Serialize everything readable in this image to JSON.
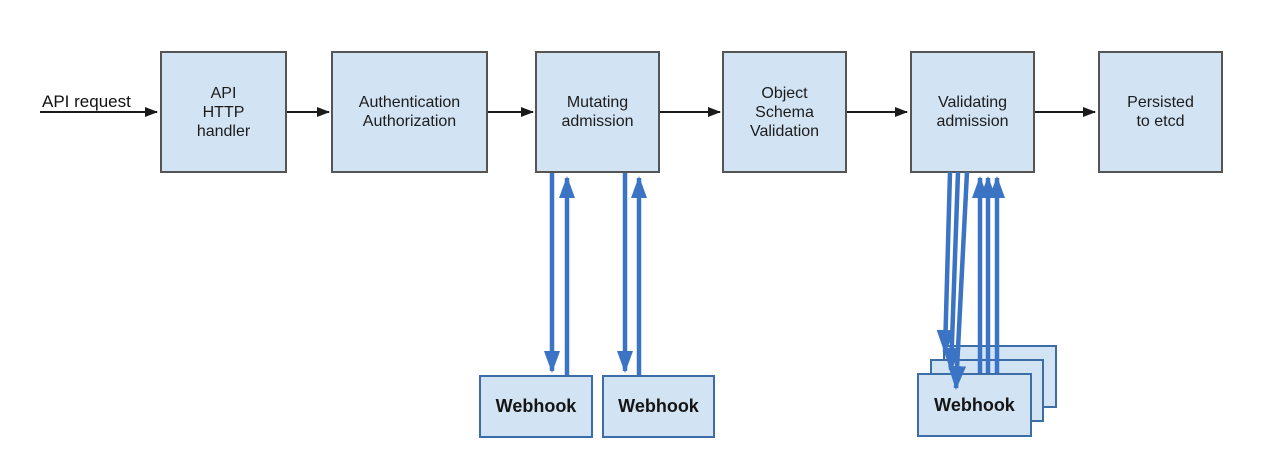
{
  "flow": {
    "request_label": "API request",
    "nodes": [
      {
        "label": "API\nHTTP\nhandler"
      },
      {
        "label": "Authentication\nAuthorization"
      },
      {
        "label": "Mutating\nadmission"
      },
      {
        "label": "Object\nSchema\nValidation"
      },
      {
        "label": "Validating\nadmission"
      },
      {
        "label": "Persisted\nto etcd"
      }
    ]
  },
  "webhooks": {
    "mutating": [
      {
        "label": "Webhook"
      },
      {
        "label": "Webhook"
      }
    ],
    "validating": [
      {
        "label": "Webhook"
      },
      {
        "label": "Webhook"
      },
      {
        "label": "Webhook"
      }
    ]
  },
  "colors": {
    "box_fill": "#d2e3f3",
    "box_border": "#555555",
    "webhook_border": "#3c6da6",
    "flow_arrow": "#1a1a1a",
    "webhook_arrow": "#3b74c4"
  }
}
